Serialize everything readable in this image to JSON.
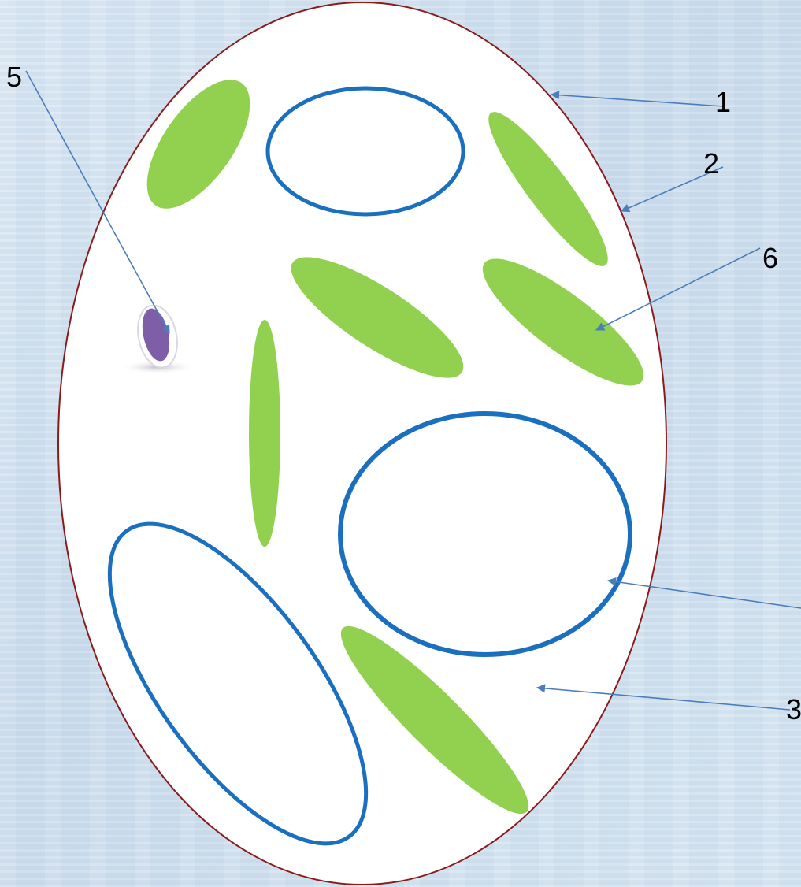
{
  "labels": {
    "label_1": "1",
    "label_2": "2",
    "label_3": "3",
    "label_5": "5",
    "label_6": "6"
  },
  "colors": {
    "cell_wall": "#8b1a1a",
    "cell_fill": "#ffffff",
    "vacuole_stroke": "#1a6fbe",
    "chloroplast": "#92d050",
    "nucleus": "#7d5ea7",
    "pointer_line": "#4a7ebb"
  }
}
